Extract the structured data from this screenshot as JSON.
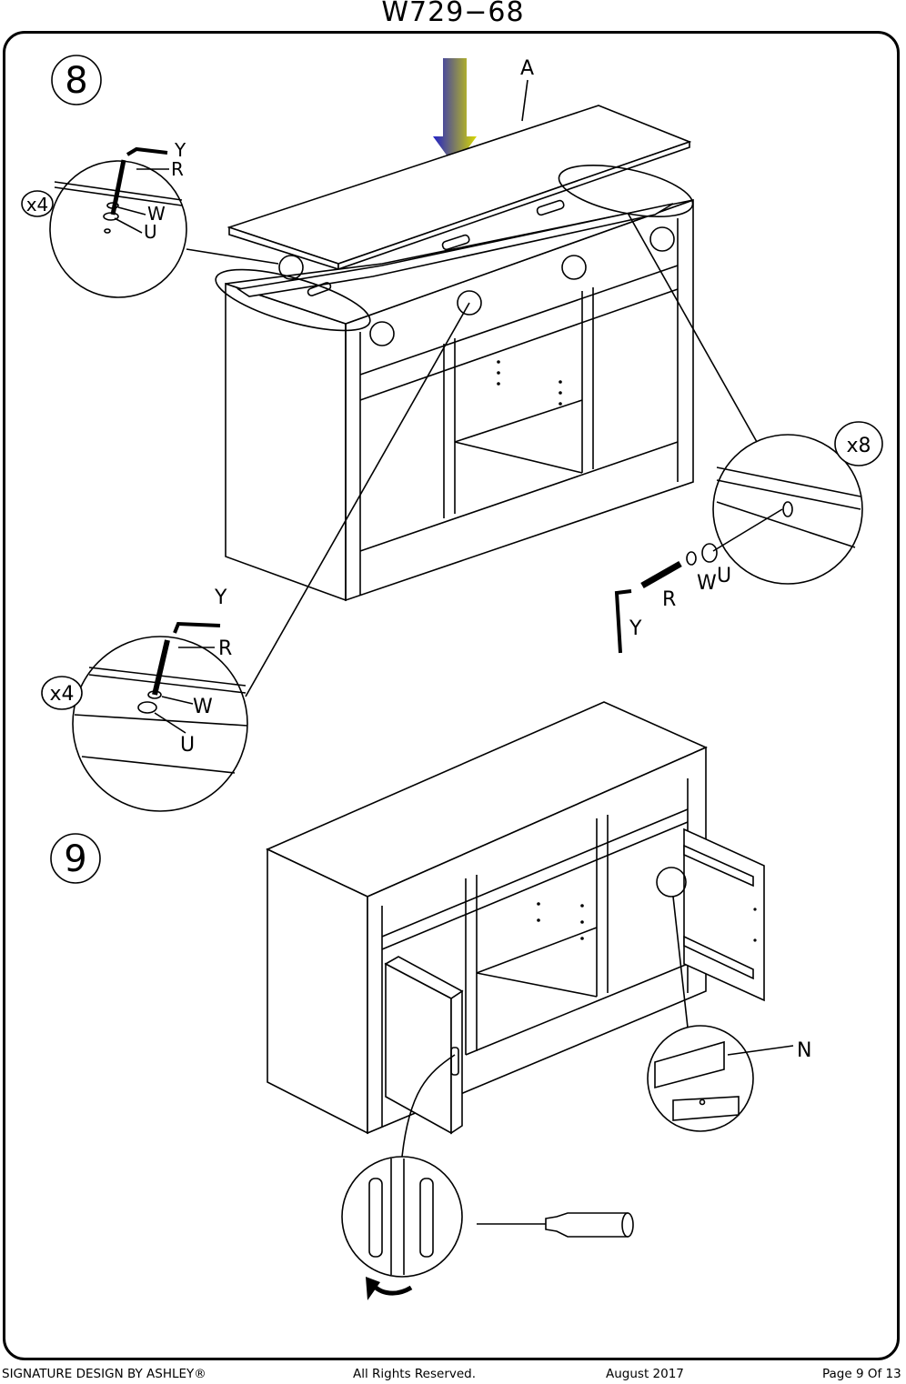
{
  "header": {
    "model": "W729−68"
  },
  "steps": [
    {
      "number": "8",
      "part_label": "A",
      "callout_top_left": {
        "count": "x4",
        "parts": [
          "Y",
          "R",
          "W",
          "U"
        ]
      },
      "callout_right": {
        "count": "x8",
        "parts": [
          "Y",
          "R",
          "W",
          "U"
        ]
      },
      "callout_bottom_left": {
        "count": "x4",
        "parts": [
          "Y",
          "R",
          "W",
          "U"
        ]
      }
    },
    {
      "number": "9",
      "part_label": "N"
    }
  ],
  "footer": {
    "brand": "SIGNATURE DESIGN BY ASHLEY®",
    "rights": "All Rights Reserved.",
    "date": "August 2017",
    "page": "Page 9 Of 13"
  },
  "colors": {
    "arrow_top": "#2020c8",
    "arrow_bottom": "#d8d800",
    "ink": "#000000"
  }
}
